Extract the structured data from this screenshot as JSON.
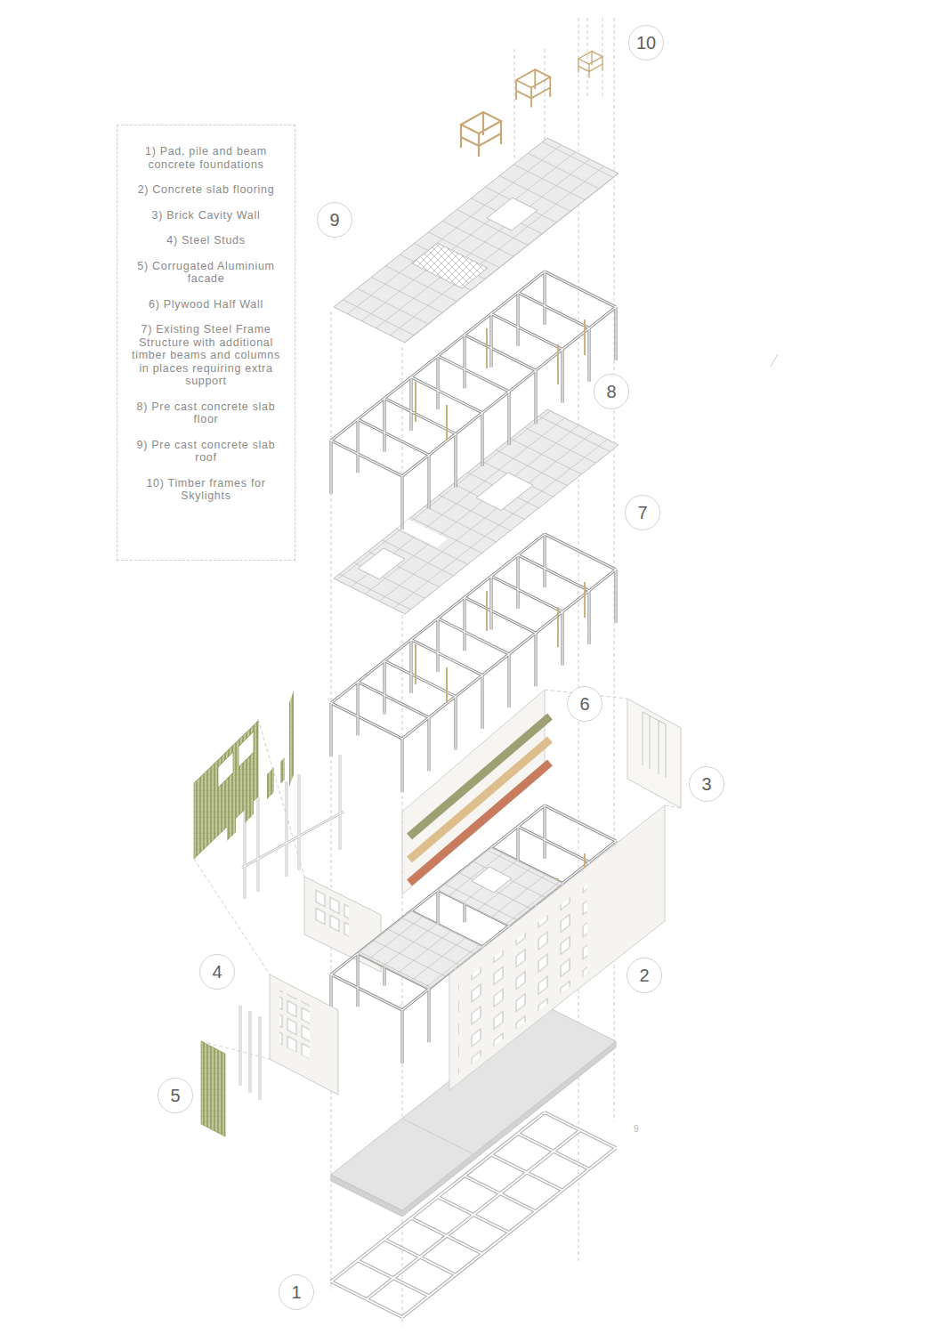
{
  "diagram": {
    "nodes": [
      {
        "text": [
          "10"
        ]
      },
      {
        "text": [
          "1) Pad, pile and beam concrete foundations",
          "2) Concrete slab flooring",
          "3) Brick Cavity Wall",
          "4) Steel Studs",
          "5) Corrugated Aluminium facade",
          "6) Plywood Half Wall",
          "7) Existing Steel Frame Structure with additional timber beams and columns in places requiring extra support",
          "8) Pre cast concrete slab floor",
          "9) Pre cast concrete slab roof",
          "10) Timber frames for Skylights"
        ]
      },
      {
        "text": [
          "9"
        ]
      },
      {
        "text": [
          "8"
        ]
      },
      {
        "text": [
          "7"
        ]
      },
      {
        "text": [
          "6"
        ]
      },
      {
        "text": [
          "3"
        ]
      },
      {
        "text": [
          "4"
        ]
      },
      {
        "text": [
          "2"
        ]
      },
      {
        "text": [
          "5"
        ]
      },
      {
        "text": [
          "1"
        ]
      }
    ],
    "labels": [
      "9"
    ]
  }
}
